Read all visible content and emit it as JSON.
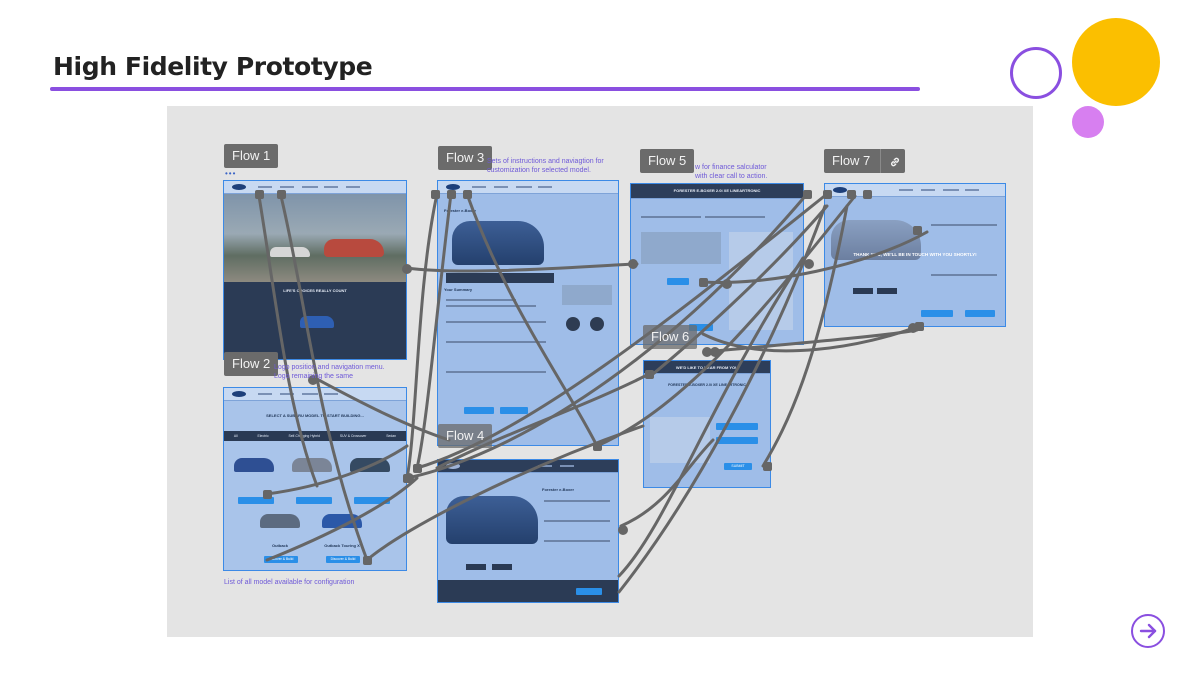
{
  "slide": {
    "title": "High Fidelity Prototype"
  },
  "colors": {
    "accent": "#8a4fe0",
    "yellow_circle": "#fbbf00",
    "pink_circle": "#d77ff0",
    "canvas_bg": "#e4e4e4",
    "frame_border": "#3c8ae6",
    "connector": "#666666"
  },
  "flows": [
    {
      "label": "Flow 1",
      "note": ""
    },
    {
      "label": "Flow 2",
      "note": "Logo position and navigation menu.\nLogo remaining the same"
    },
    {
      "label": "Flow 3",
      "note": "Sets of instructions and naviagtion for\ncustomization for selected model."
    },
    {
      "label": "Flow 4",
      "note": ""
    },
    {
      "label": "Flow 5",
      "note": "w for finance salculator\nwith clear call to action."
    },
    {
      "label": "Flow 6",
      "note": ""
    },
    {
      "label": "Flow 7",
      "note": ""
    }
  ],
  "notes": {
    "model_list": "List of all model available for configuration"
  },
  "screens": {
    "home_banner": "LIFE'S CHOICES REALLY COUNT",
    "select_model": "SELECT A SUBARU MODEL TO START BUILDING...",
    "model_tabs": [
      "All",
      "Electric",
      "Self-Charging Hybrid",
      "SUV & Crossover",
      "Sedan"
    ],
    "model_names": [
      "Outback",
      "Outback Touring X"
    ],
    "model_button": "Discover & Build",
    "summary_title": "Forester e-Boxer",
    "summary_heading": "Your Summary",
    "finance_header": "FORESTER E-BOXER 2.0i XE LINEARTRONIC",
    "enquiry_header": "WE'D LIKE TO HEAR FROM YOU",
    "enquiry_submit": "SUBMIT",
    "thank_you": "THANK YOU, WE'LL BE IN TOUCH WITH YOU SHORTLY!"
  },
  "icons": {
    "next": "arrow-right-circle-icon",
    "link": "link-icon"
  }
}
